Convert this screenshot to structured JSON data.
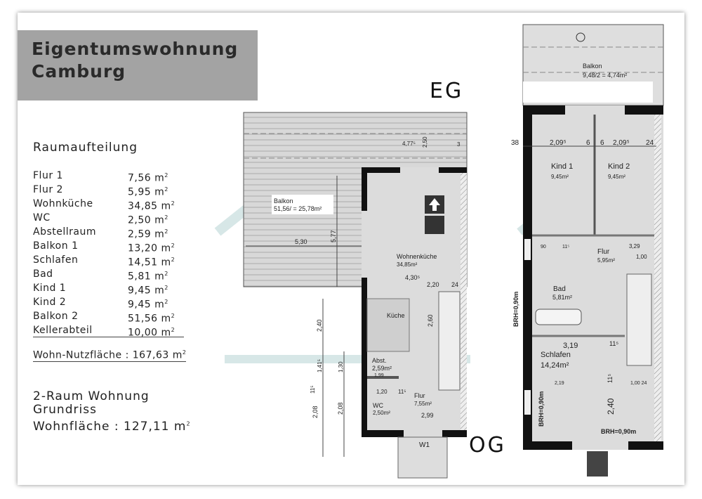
{
  "title": {
    "line1": "Eigentumswohnung",
    "line2": "Camburg"
  },
  "section_title": "Raumaufteilung",
  "rooms": [
    {
      "name": "Flur 1",
      "area": "7,56 m"
    },
    {
      "name": "Flur 2",
      "area": "5,95 m"
    },
    {
      "name": "Wohnküche",
      "area": "34,85 m"
    },
    {
      "name": "WC",
      "area": "2,50 m"
    },
    {
      "name": "Abstellraum",
      "area": "2,59 m"
    },
    {
      "name": "Balkon 1",
      "area": "13,20 m"
    },
    {
      "name": "Schlafen",
      "area": "14,51 m"
    },
    {
      "name": "Bad",
      "area": "5,81 m"
    },
    {
      "name": "Kind 1",
      "area": "9,45 m"
    },
    {
      "name": "Kind 2",
      "area": "9,45 m"
    },
    {
      "name": "Balkon 2",
      "area": "51,56 m"
    },
    {
      "name": "Kellerabteil",
      "area": "10,00 m"
    }
  ],
  "sup": "2",
  "total": "Wohn-Nutzfläche : 167,63 m",
  "apartment": {
    "type_line1": "2-Raum Wohnung",
    "type_line2": "Grundriss",
    "living_area": "Wohnfläche : 127,11 m"
  },
  "eg": {
    "label": "EG",
    "balkon_name": "Balkon",
    "balkon_area": "51,56/ = 25,78m²",
    "wohn_name": "Wohnenküche",
    "wohn_area": "34,85m²",
    "kueche": "Küche",
    "abst_name": "Abst.",
    "abst_area": "2,59m²",
    "flur_name": "Flur",
    "flur_area": "7,55m²",
    "wc_name": "WC",
    "wc_area": "2,50m²",
    "entrance": "W1",
    "dims": [
      "5,30",
      "5,77",
      "4,77⁵",
      "2,50",
      "3",
      "4,30⁵",
      "2,20",
      "24",
      "2,40",
      "1,41⁵",
      "1,30",
      "11⁵",
      "2,08",
      "2,08",
      "2,60",
      "1,20",
      "11⁵",
      "2,99",
      "1,99"
    ]
  },
  "og": {
    "label": "OG",
    "balkon_name": "Balkon",
    "balkon_area": "9,48/2 = 4,74m²",
    "kind1_name": "Kind 1",
    "kind1_area": "9,45m²",
    "kind2_name": "Kind 2",
    "kind2_area": "9,45m²",
    "flur_name": "Flur",
    "flur_area": "5,95m²",
    "bad_name": "Bad",
    "bad_area": "5,81m²",
    "schlafen_name": "Schlafen",
    "schlafen_area": "14,24m²",
    "brh": "BRH=0,90m",
    "dims": [
      "38",
      "2,09⁵",
      "6",
      "6",
      "2,09⁵",
      "24",
      "90",
      "11⁵",
      "3,29",
      "1,00",
      "3,19",
      "11⁵",
      "2,19",
      "1,00 24",
      "2,40",
      "11⁵"
    ]
  }
}
